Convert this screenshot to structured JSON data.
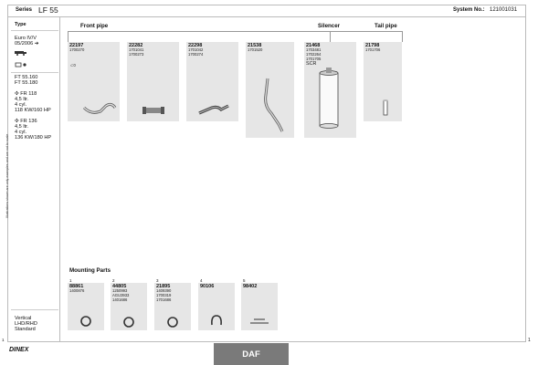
{
  "header": {
    "series_label": "Series",
    "series_value": "LF 55",
    "system_label": "System No.:",
    "system_value": "121001031"
  },
  "left": {
    "type_label": "Type",
    "vertical_note": "Illustrations shown are only examples and are not to scale",
    "euro": [
      "Euro IV/V",
      "05/2006"
    ],
    "models_a": [
      "FT 55.160",
      "FT 55.180"
    ],
    "fr118": [
      "FR 118",
      "4,5 ltr.",
      "4 cyl.",
      "118 KW/160 HP"
    ],
    "fr136": [
      "FR 136",
      "4,5 ltr.",
      "4 cyl.",
      "136 KW/180 HP"
    ],
    "bottom": [
      "Vertical",
      "LHD/RHD",
      "Standard"
    ]
  },
  "sections": {
    "front_pipe": "Front pipe",
    "silencer": "Silencer",
    "tail_pipe": "Tail pipe",
    "mounting": "Mounting Parts"
  },
  "parts": [
    {
      "num": "22197",
      "refs": [
        "1700270"
      ]
    },
    {
      "num": "22282",
      "refs": [
        "1701041",
        "1700273"
      ]
    },
    {
      "num": "22298",
      "refs": [
        "1701042",
        "1700274"
      ]
    },
    {
      "num": "21538",
      "refs": [
        "1701520"
      ]
    },
    {
      "num": "21468",
      "refs": [
        "1703481",
        "1702264",
        "1701705",
        "SCR"
      ]
    },
    {
      "num": "21798",
      "refs": [
        "1701706"
      ]
    }
  ],
  "mounting": [
    {
      "idx": "1",
      "num": "88861",
      "refs": [
        "1400876"
      ]
    },
    {
      "idx": "2",
      "num": "44805",
      "refs": [
        "1250993",
        "AGU3933",
        "1401686"
      ]
    },
    {
      "idx": "3",
      "num": "21895",
      "refs": [
        "1409390",
        "1700319",
        "1701686"
      ]
    },
    {
      "idx": "4",
      "num": "90106",
      "refs": []
    },
    {
      "idx": "5",
      "num": "98402",
      "refs": []
    }
  ],
  "footer": {
    "brand": "DINEX",
    "make": "DAF",
    "page_right": "1",
    "page_left": "1"
  }
}
